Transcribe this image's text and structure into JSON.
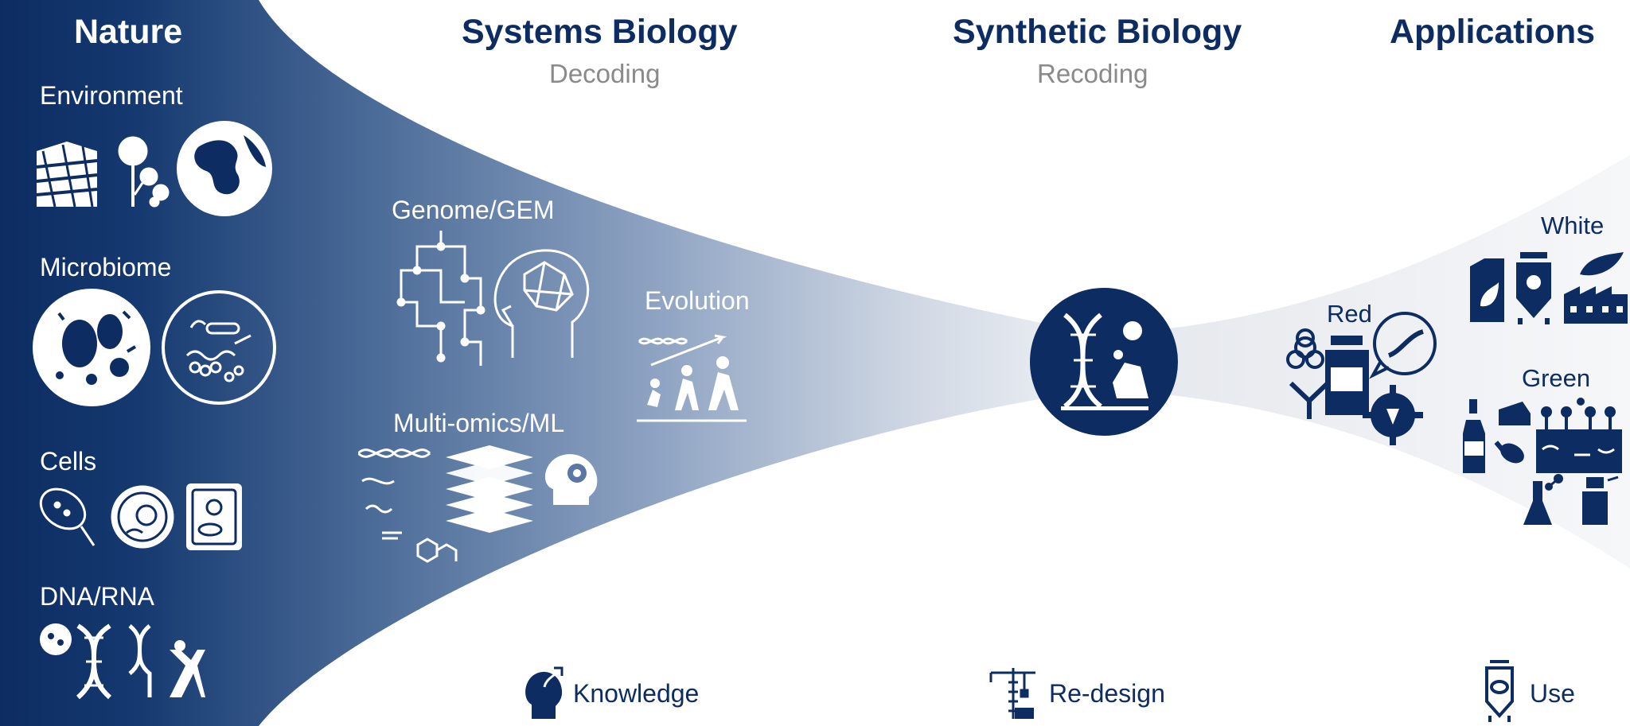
{
  "columns": {
    "nature": "Nature",
    "systems_biology": "Systems Biology",
    "systems_sub": "Decoding",
    "synthetic_biology": "Synthetic Biology",
    "synthetic_sub": "Recoding",
    "applications": "Applications"
  },
  "nature_items": {
    "environment": "Environment",
    "microbiome": "Microbiome",
    "cells": "Cells",
    "dna_rna": "DNA/RNA"
  },
  "systems_items": {
    "genome": "Genome/GEM",
    "multiomics": "Multi-omics/ML",
    "evolution": "Evolution"
  },
  "applications_items": {
    "white": "White",
    "red": "Red",
    "green": "Green"
  },
  "footer": {
    "knowledge": "Knowledge",
    "redesign": "Re-design",
    "use": "Use"
  },
  "colors": {
    "navy": "#0d2d62",
    "gray_text": "#8a8a8a",
    "funnel_light": "#eceef2"
  }
}
